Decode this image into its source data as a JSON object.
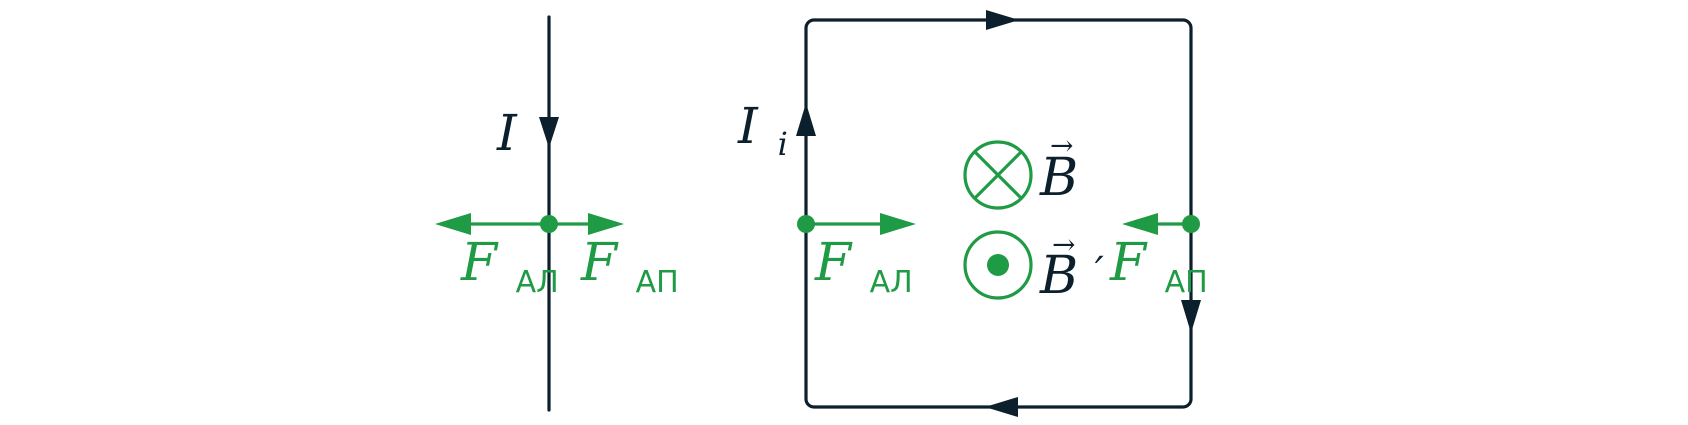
{
  "colors": {
    "wire": "#0c1f2c",
    "force": "#1f9a45"
  },
  "labels": {
    "current_main": "I",
    "current_induced_main": "I",
    "current_induced_sub": "i",
    "force_symbol": "F",
    "force_sub_attract": "АЛ",
    "force_sub_repel": "АП",
    "field_symbol": "B",
    "field_induced_prime": "′",
    "vector_arrow": "→"
  },
  "icons": {
    "field_into_page": "circle-cross-icon",
    "field_out_of_page": "circle-dot-icon"
  }
}
